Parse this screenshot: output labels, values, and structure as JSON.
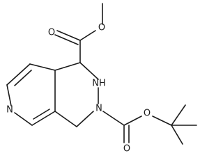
{
  "diagram": {
    "atom_labels": {
      "ester_carbonyl_o": "O",
      "ester_ether_o": "O",
      "nh": "NH",
      "n_ring": "N",
      "n_pyridine": "N",
      "carbamate_carbonyl_o": "O",
      "carbamate_ether_o": "O"
    }
  }
}
